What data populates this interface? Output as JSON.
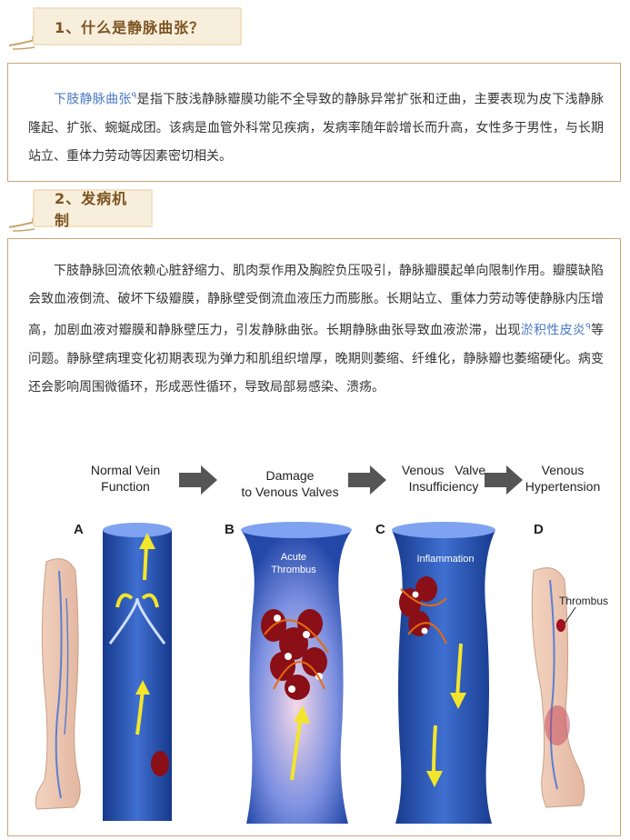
{
  "section1": {
    "title": "1、什么是静脉曲张？",
    "link_text": "下肢静脉曲张",
    "link_icon": "search-icon",
    "body": "是指下肢浅静脉瓣膜功能不全导致的静脉异常扩张和迂曲，主要表现为皮下浅静脉隆起、扩张、蜿蜒成团。该病是血管外科常见疾病，发病率随年龄增长而升高，女性多于男性，与长期站立、重体力劳动等因素密切相关。"
  },
  "section2": {
    "title": "2、发病机制",
    "body_before": "下肢静脉回流依赖心脏舒缩力、肌肉泵作用及胸腔负压吸引，静脉瓣膜起单向限制作用。瓣膜缺陷会致血液倒流、破坏下级瓣膜，静脉壁受倒流血液压力而膨胀。长期站立、重体力劳动等使静脉内压增高，加剧血液对瓣膜和静脉壁压力，引发静脉曲张。长期静脉曲张导致血液淤滞，出现",
    "link_text": "淤积性皮炎",
    "link_icon": "search-icon",
    "body_after": "等问题。静脉壁病理变化初期表现为弹力和肌组织增厚，晚期则萎缩、纤维化，静脉瓣也萎缩硬化。病变还会影响周围微循环，形成恶性循环，导致局部易感染、溃疡。"
  },
  "figure": {
    "stages": [
      {
        "letter": "A",
        "title_l1": "Normal Vein",
        "title_l2": "Function"
      },
      {
        "letter": "B",
        "title_l1": "Damage",
        "title_l2": "to Venous Valves"
      },
      {
        "letter": "C",
        "title_l1": "Venous   Valve",
        "title_l2": "Insufficiency"
      },
      {
        "letter": "D",
        "title_l1": "Venous",
        "title_l2": "Hypertension"
      }
    ],
    "label_acute_l1": "Acute",
    "label_acute_l2": "Thrombus",
    "label_inflammation": "Inflammation",
    "label_thrombus": "Thrombus",
    "colors": {
      "vein_blue": "#1f4aa8",
      "vein_light": "#5f8fe0",
      "clot_red": "#8a0f16",
      "arrow_yellow": "#f3e62a",
      "header_bg": "#f8eedc",
      "header_text": "#7b5421",
      "border": "#c8a779",
      "link": "#4a79c4"
    }
  }
}
